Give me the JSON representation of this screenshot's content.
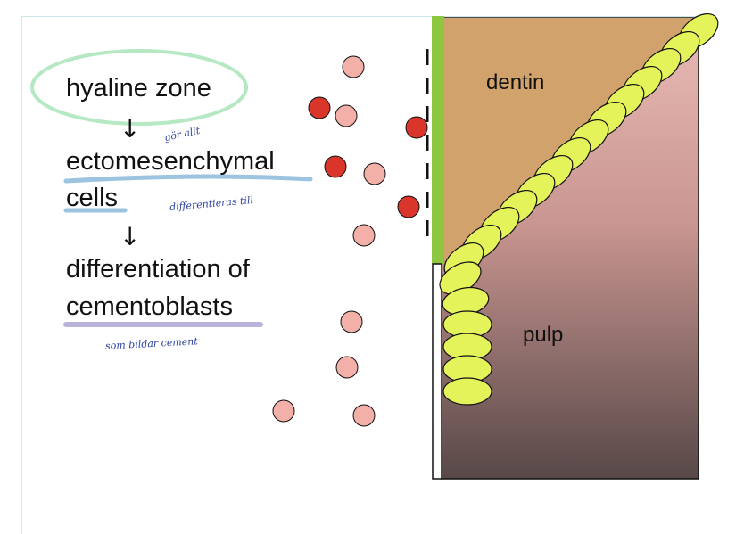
{
  "terms": {
    "hyaline_zone": "hyaline zone",
    "ectomesenchymal": "ectomesenchymal",
    "cells": "cells",
    "differentiation_of": "differentiation of",
    "cementoblasts": "cementoblasts"
  },
  "arrows": {
    "down": "↓"
  },
  "notes": {
    "gor_allt": "gör allt",
    "differentieras_till": "differentieras till",
    "som_bildar_cement": "som bildar cement"
  },
  "tissue_labels": {
    "dentin": "dentin",
    "pulp": "pulp"
  },
  "colors": {
    "dentin": "#d1a26c",
    "pulp_top": "#e6b8b3",
    "pulp_bottom": "#5a4a4a",
    "cell_fill": "#e4f35a",
    "green_band": "#8dc63f",
    "dark_red_cell": "#d9352a",
    "pink_cell": "#f2b0a8",
    "highlight_green": "#b5e8c3",
    "underline_blue": "#9cc3e0",
    "underline_purple": "#b9b3dc",
    "note_blue": "#2b3f9e"
  }
}
